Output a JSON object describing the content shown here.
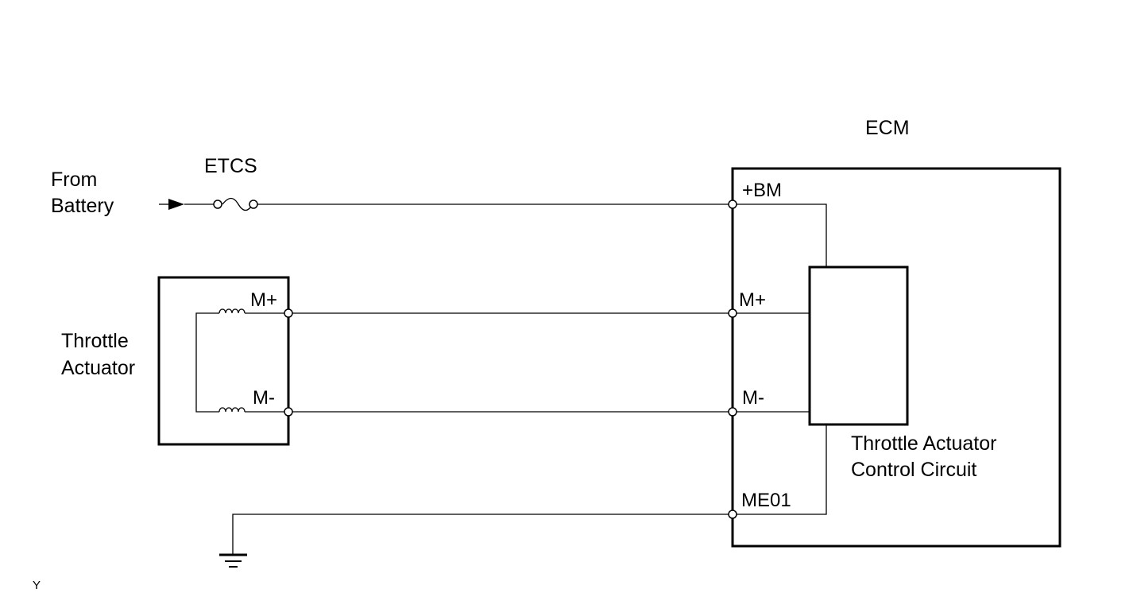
{
  "source": {
    "line1": "From",
    "line2": "Battery"
  },
  "fuse": {
    "label": "ETCS"
  },
  "ecm": {
    "label": "ECM",
    "pins": {
      "bm": "+BM",
      "m_plus": "M+",
      "m_minus": "M-",
      "me01": "ME01"
    },
    "control_circuit": {
      "line1": "Throttle Actuator",
      "line2": "Control Circuit"
    }
  },
  "actuator": {
    "line1": "Throttle",
    "line2": "Actuator",
    "pins": {
      "m_plus": "M+",
      "m_minus": "M-"
    }
  },
  "corner_mark": "Y"
}
